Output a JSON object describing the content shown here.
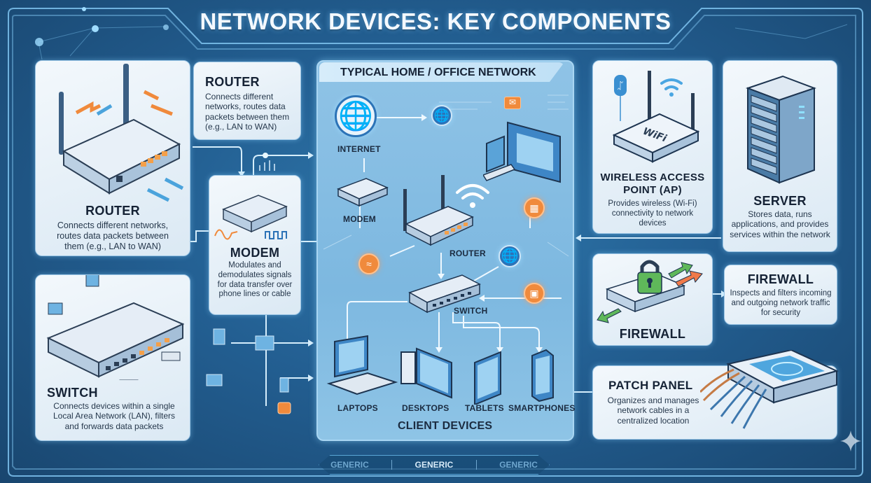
{
  "title": "NETWORK DEVICES: KEY COMPONENTS",
  "left": {
    "router_callout": {
      "title": "ROUTER",
      "desc": "Connects different networks, routes data packets between them (e.g., LAN to WAN)"
    },
    "router_card": {
      "title": "ROUTER",
      "desc": "Connects different networks, routes data packets between them (e.g., LAN to WAN)"
    },
    "modem_card": {
      "title": "MODEM",
      "desc": "Modulates and demodulates signals for data transfer over phone lines or cable"
    },
    "switch_card": {
      "title": "SWITCH",
      "desc": "Connects devices within a single Local Area Network (LAN), filters and forwards data packets"
    }
  },
  "center": {
    "heading": "TYPICAL HOME / OFFICE NETWORK",
    "nodes": {
      "internet": "INTERNET",
      "modem": "MODEM",
      "router": "ROUTER",
      "switch": "SWITCH"
    },
    "clients": [
      "LAPTOPS",
      "DESKTOPS",
      "TABLETS",
      "SMARTPHONES"
    ],
    "clients_heading": "CLIENT DEVICES",
    "wifi_badge_label": "WiFi"
  },
  "right": {
    "ap_card": {
      "title": "WIRELESS ACCESS POINT (AP)",
      "desc": "Provides wireless (Wi-Fi) connectivity to network devices"
    },
    "server_card": {
      "title": "SERVER",
      "desc": "Stores data, runs applications, and provides services within the network"
    },
    "firewall_image_label": "FIREWALL",
    "firewall_card": {
      "title": "FIREWALL",
      "desc": "Inspects and filters incoming and outgoing network traffic for security"
    },
    "patch_panel_card": {
      "title": "PATCH PANEL",
      "desc": "Organizes and manages network cables in a centralized location"
    }
  },
  "footer": {
    "tabs": [
      "GENERIC",
      "GENERIC",
      "GENERIC"
    ],
    "active_index": 1
  },
  "colors": {
    "accent_orange": "#f08a3c",
    "accent_blue": "#2c73b7",
    "lock_green": "#5fb85a",
    "background": "#1d4f7c"
  }
}
